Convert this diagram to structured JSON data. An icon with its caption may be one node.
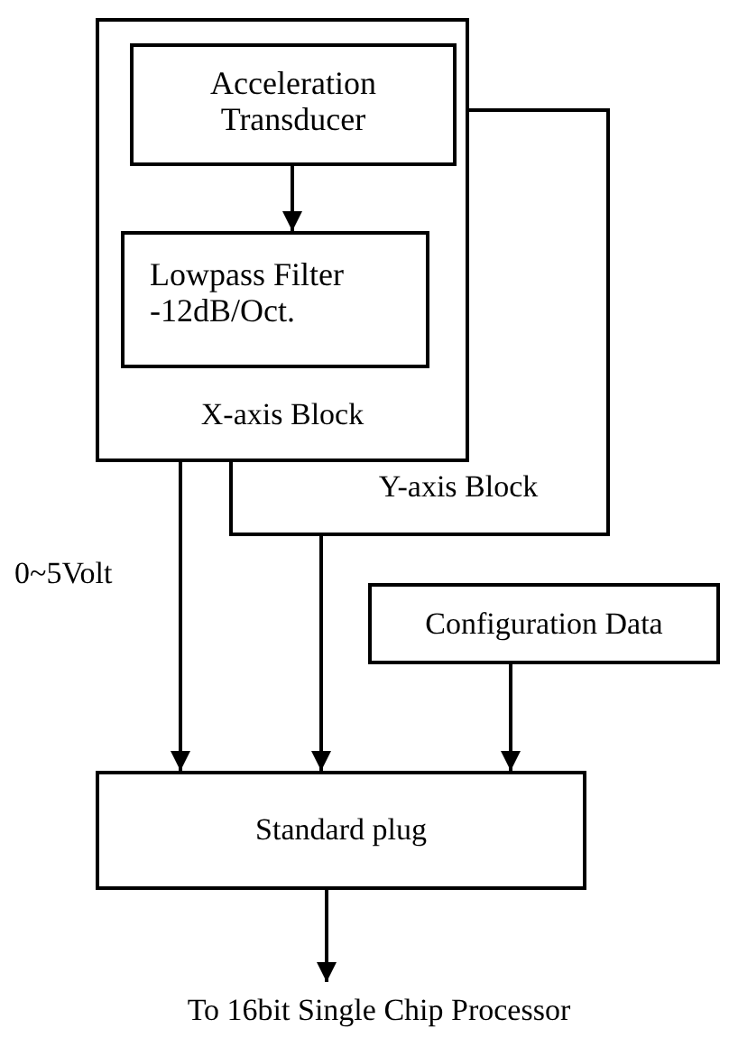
{
  "diagram": {
    "nodes": [
      {
        "text": [
          "X-axis Block"
        ]
      },
      {
        "text": [
          "Acceleration Transducer"
        ],
        "in": 0
      },
      {
        "text": [
          "Lowpass Filter -12dB/Oct."
        ],
        "in": 0
      },
      {
        "text": [
          "Y-axis Block"
        ]
      },
      {
        "text": [
          "Configuration Data"
        ]
      },
      {
        "text": [
          "Standard plug"
        ]
      },
      {
        "text": [
          "To 16bit Single Chip Processor"
        ]
      }
    ],
    "edges": [
      {
        "from": 1,
        "to": 2,
        "arrow": "to"
      },
      {
        "from": 0,
        "to": 5,
        "arrow": "to",
        "label": "0~5Volt"
      },
      {
        "from": 3,
        "to": 5,
        "arrow": "to"
      },
      {
        "from": 4,
        "to": 5,
        "arrow": "to"
      },
      {
        "from": 5,
        "to": 6,
        "arrow": "to"
      }
    ]
  }
}
